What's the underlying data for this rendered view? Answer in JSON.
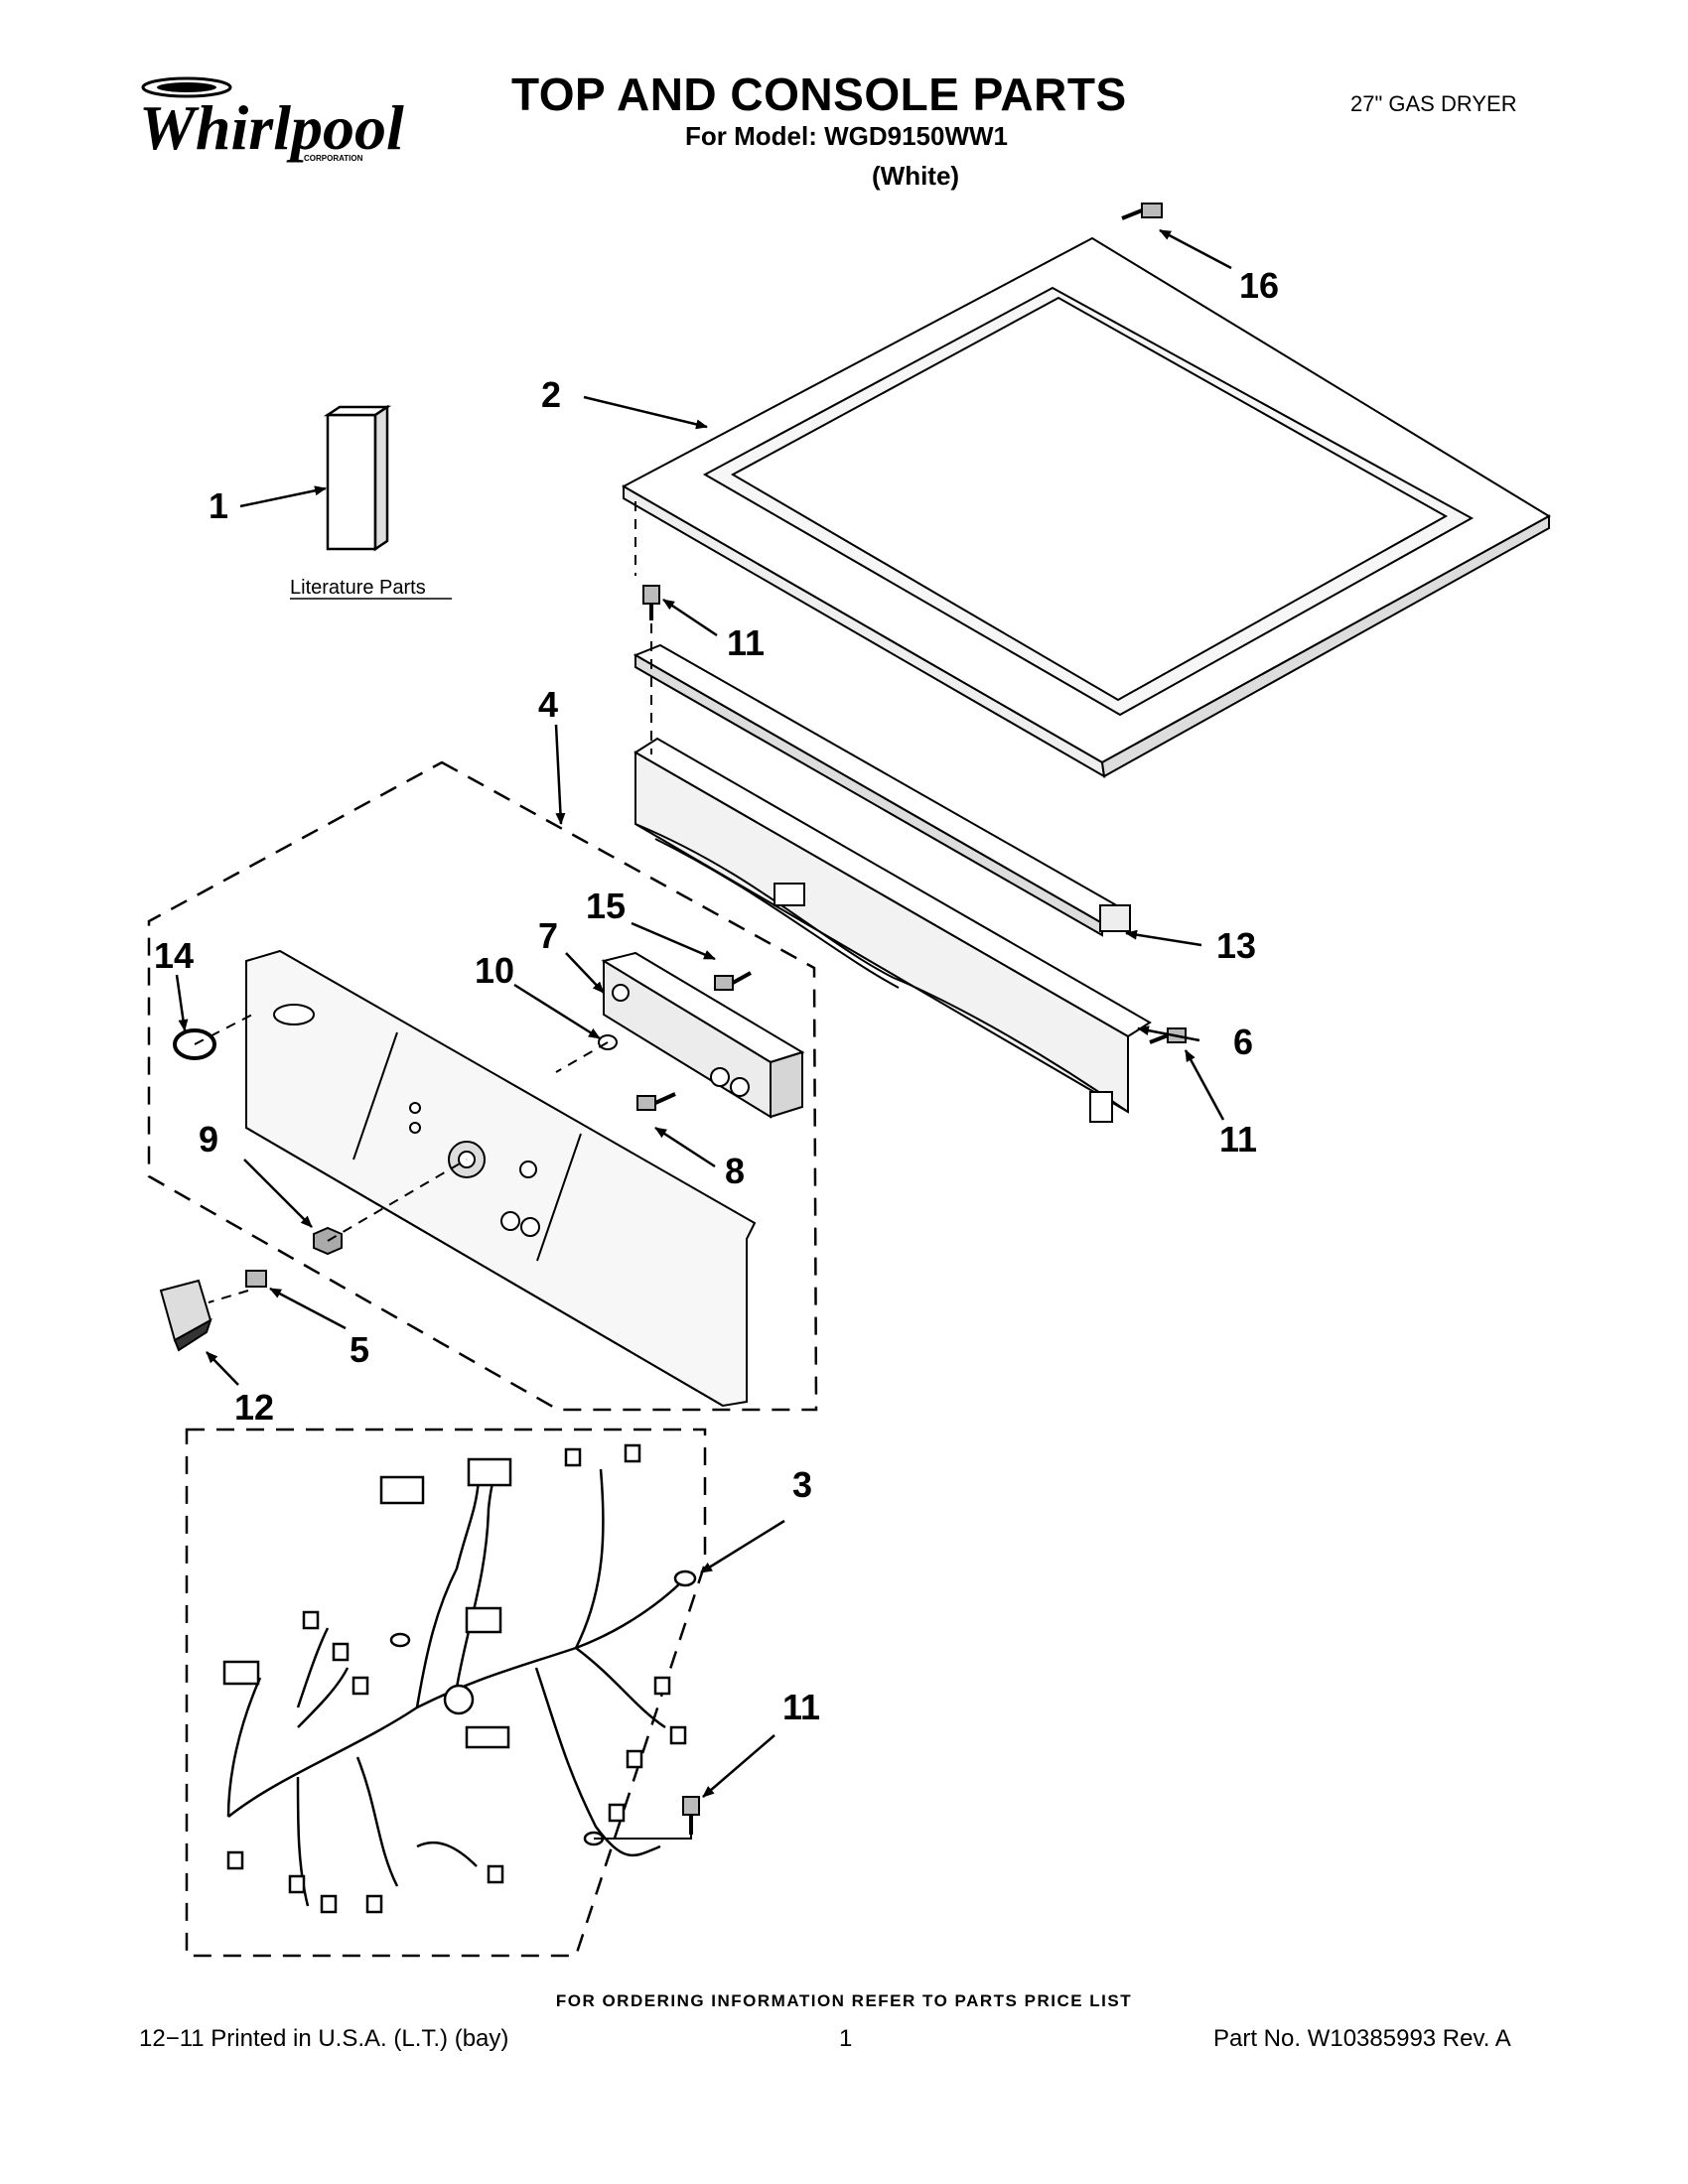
{
  "header": {
    "brand": "Whirlpool",
    "brand_sub": "CORPORATION",
    "title": "TOP AND CONSOLE PARTS",
    "model_line": "For Model: WGD9150WW1",
    "color_line": "(White)",
    "product_type": "27\" GAS DRYER"
  },
  "diagram": {
    "literature_label": "Literature Parts",
    "callouts": {
      "c1": "1",
      "c2": "2",
      "c3": "3",
      "c4": "4",
      "c5": "5",
      "c6": "6",
      "c7": "7",
      "c8": "8",
      "c9": "9",
      "c10": "10",
      "c11a": "11",
      "c11b": "11",
      "c11c": "11",
      "c12": "12",
      "c13": "13",
      "c14": "14",
      "c15": "15",
      "c16": "16"
    }
  },
  "footer": {
    "ordering_info": "FOR ORDERING INFORMATION REFER TO PARTS PRICE LIST",
    "printed": "12−11 Printed in U.S.A. (L.T.) (bay)",
    "page": "1",
    "part_no": "Part No. W10385993 Rev. A"
  }
}
